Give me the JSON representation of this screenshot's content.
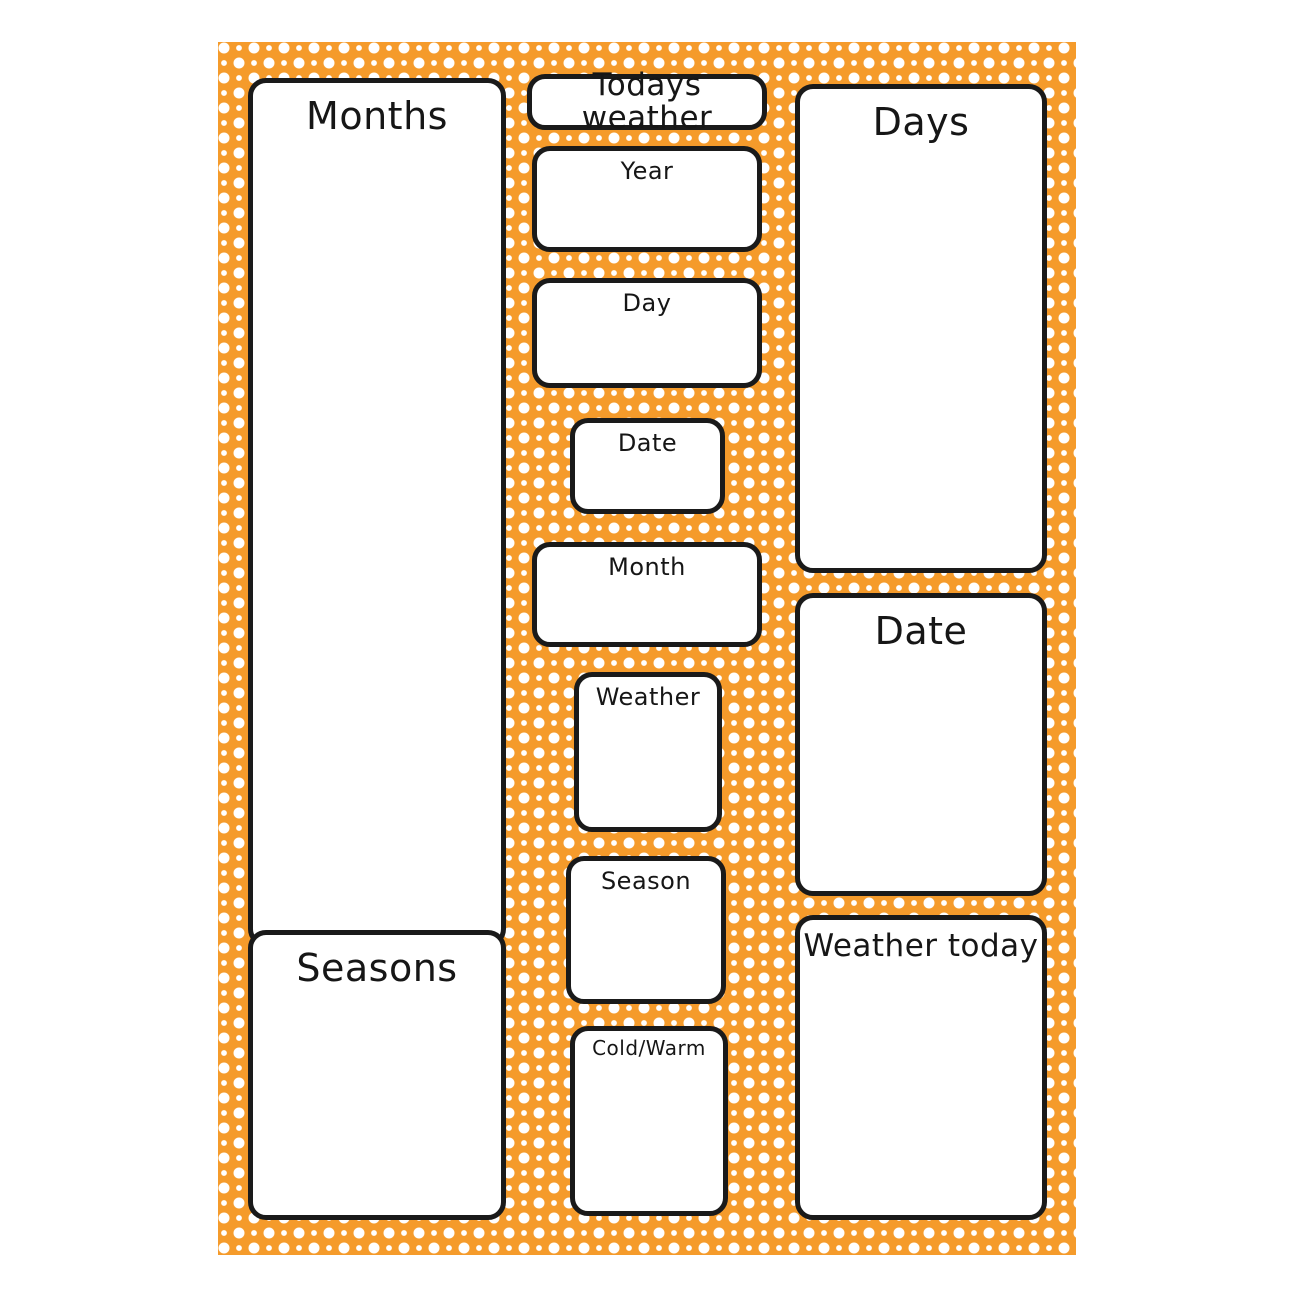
{
  "poster": {
    "background_color": "#F59B2B",
    "dot_color": "#FFFFFF",
    "border_color": "#1A1A1A",
    "card_color": "#FFFFFF"
  },
  "cards": {
    "months": {
      "label": "Months"
    },
    "seasons": {
      "label": "Seasons"
    },
    "todays_weather": {
      "label": "Todays weather"
    },
    "year": {
      "label": "Year"
    },
    "day": {
      "label": "Day"
    },
    "date_small": {
      "label": "Date"
    },
    "month": {
      "label": "Month"
    },
    "weather": {
      "label": "Weather"
    },
    "season": {
      "label": "Season"
    },
    "cold_warm": {
      "label": "Cold/Warm"
    },
    "days": {
      "label": "Days"
    },
    "date": {
      "label": "Date"
    },
    "weather_today": {
      "label": "Weather today"
    }
  }
}
